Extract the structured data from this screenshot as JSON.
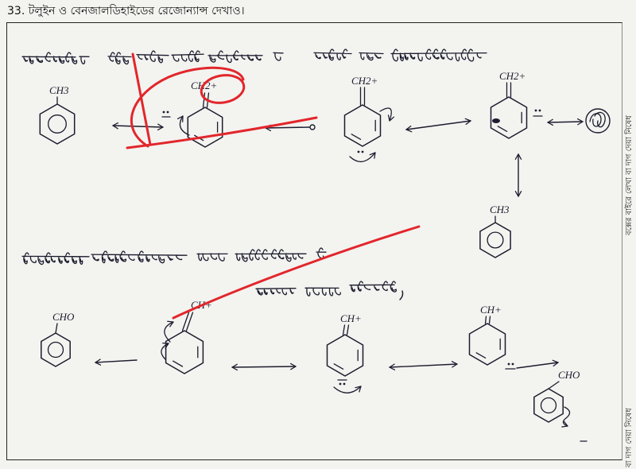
{
  "question": {
    "text": "33. টলুইন ও বেনজালডিহাইডের রেজোন্যান্স দেখাও।"
  },
  "margin_notes": {
    "top": "বক্সের বাইরে লেখা বা দাগ দেয়া নিষেধ",
    "bottom": "বা দাগ দেয়া নিষেধ"
  },
  "toluene_resonance": {
    "labels": [
      "CH3",
      "CH2+",
      "CH2+",
      "CH2+",
      "CH3"
    ]
  },
  "benzaldehyde_resonance": {
    "labels": [
      "CHO",
      "CH+",
      "CH+",
      "CH+",
      "CHO"
    ]
  },
  "colors": {
    "ink": "#1c1c2e",
    "red_pen": "#e2262b",
    "paper": "#f3f3f0",
    "print": "#111111"
  }
}
